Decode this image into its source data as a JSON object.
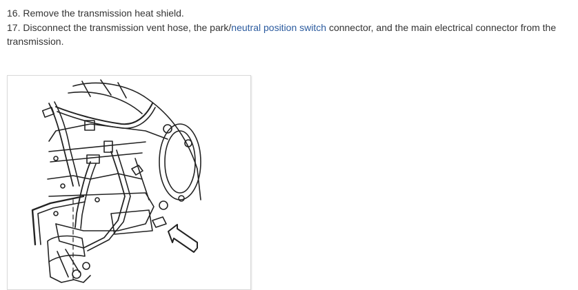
{
  "steps": {
    "step16": {
      "number": "16.",
      "text": "Remove the transmission heat shield."
    },
    "step17": {
      "number": "17.",
      "text_before_link": "Disconnect the transmission vent hose, the park/",
      "link_text": "neutral position switch",
      "text_after_link": "connector, and the main electrical connector from the transmission."
    }
  },
  "colors": {
    "body_text": "#333333",
    "link": "#2a5a9e",
    "figure_border": "#d9d9d9"
  },
  "figure": {
    "icon": "transmission-connector-diagram"
  }
}
